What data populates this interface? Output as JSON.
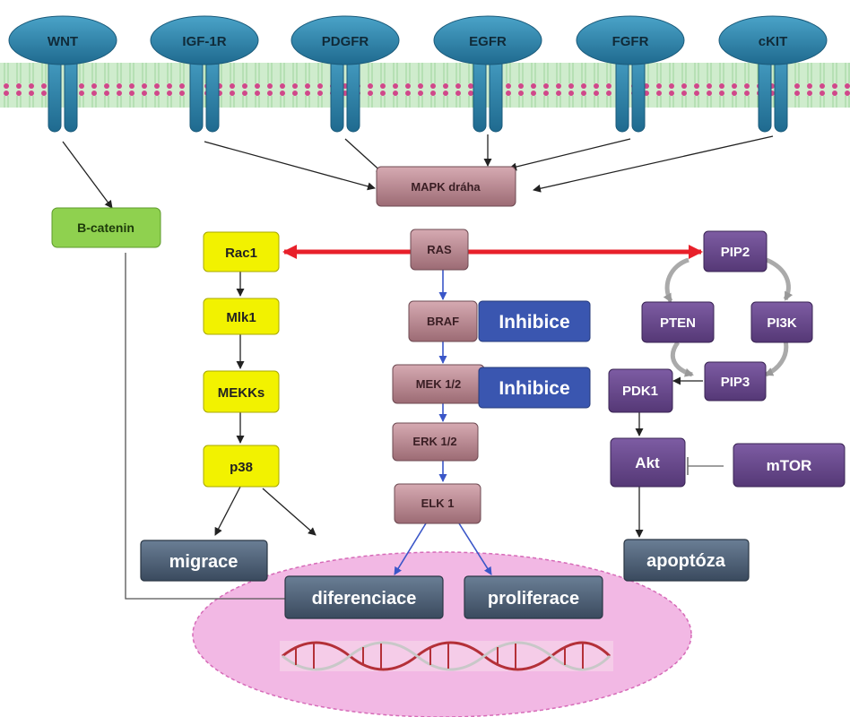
{
  "receptors": [
    "WNT",
    "IGF-1R",
    "PDGFR",
    "EGFR",
    "FGFR",
    "cKIT"
  ],
  "nodes": {
    "mapk": "MAPK dráha",
    "bcatenin": "B-catenin",
    "ras": "RAS",
    "rac1": "Rac1",
    "mlk1": "Mlk1",
    "mekks": "MEKKs",
    "p38": "p38",
    "braf": "BRAF",
    "mek": "MEK 1/2",
    "erk": "ERK 1/2",
    "elk": "ELK 1",
    "pip2": "PIP2",
    "pten": "PTEN",
    "pi3k": "PI3K",
    "pip3": "PIP3",
    "pdk1": "PDK1",
    "akt": "Akt",
    "mtor": "mTOR"
  },
  "inhibition_labels": [
    "Inhibice",
    "Inhibice"
  ],
  "outcomes": {
    "migrace": "migrace",
    "diferenciace": "diferenciace",
    "proliferace": "proliferace",
    "apoptoza": "apoptóza"
  },
  "colors": {
    "receptor": "#2f7fa6",
    "membrane": "#c6e8c3",
    "membrane_dot": "#d0488a",
    "mapk_box": "#b98590",
    "yellow_box": "#f2f200",
    "green_box": "#8fd14f",
    "purple_box": "#6b4a8e",
    "blue_box": "#3a56b0",
    "outcome_box": "#4a5d74",
    "nucleus": "#f2b8e4",
    "red_arrow": "#e8202a",
    "blue_arrow": "#3a56c8"
  }
}
